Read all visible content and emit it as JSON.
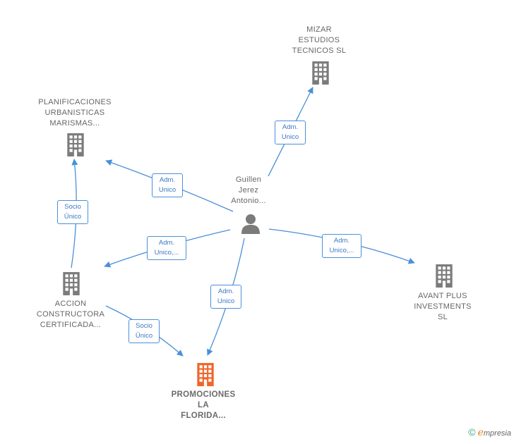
{
  "nodes": {
    "mizar": {
      "label": "MIZAR\nESTUDIOS\nTECNICOS SL",
      "icon": "building-icon",
      "color": "#7b7b7b"
    },
    "planificaciones": {
      "label": "PLANIFICACIONES\nURBANISTICAS\nMARISMAS...",
      "icon": "building-icon",
      "color": "#7b7b7b"
    },
    "guillen": {
      "label": "Guillen\nJerez\nAntonio...",
      "icon": "person-icon",
      "color": "#7b7b7b"
    },
    "accion": {
      "label": "ACCION\nCONSTRUCTORA\nCERTIFICADA...",
      "icon": "building-icon",
      "color": "#7b7b7b"
    },
    "avant": {
      "label": "AVANT PLUS\nINVESTMENTS\nSL",
      "icon": "building-icon",
      "color": "#7b7b7b"
    },
    "promociones": {
      "label": "PROMOCIONES\nLA\nFLORIDA...",
      "icon": "building-icon",
      "color": "#f0652a"
    }
  },
  "edges": {
    "guillen_mizar": "Adm.\nUnico",
    "guillen_planificaciones": "Adm.\nUnico",
    "guillen_accion": "Adm.\nUnico,...",
    "guillen_avant": "Adm.\nUnico,...",
    "guillen_promociones": "Adm.\nUnico",
    "accion_planificaciones": "Socio\nÚnico",
    "accion_promociones": "Socio\nÚnico"
  },
  "colors": {
    "edge": "#4a90d9",
    "edge_text": "#3a78c2",
    "node_text": "#666666"
  },
  "watermark": {
    "symbol": "©",
    "brand_initial": "e",
    "brand_rest": "mpresia"
  }
}
